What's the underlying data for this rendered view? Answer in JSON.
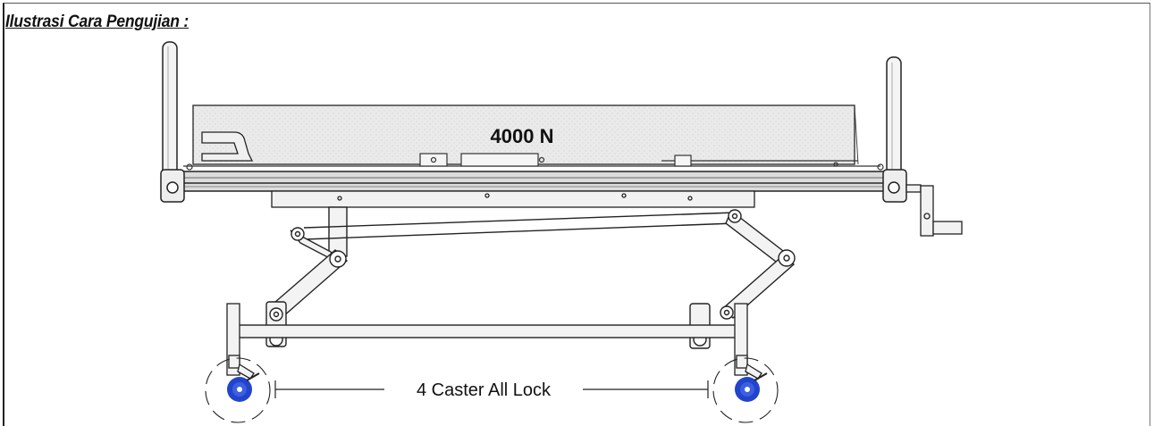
{
  "heading": "Ilustrasi Cara Pengujian :",
  "load_label": "4000 N",
  "caster_label": "4 Caster All Lock",
  "colors": {
    "line": "#222222",
    "panel": "#e7e7e7",
    "wheel": "#2244cc"
  }
}
